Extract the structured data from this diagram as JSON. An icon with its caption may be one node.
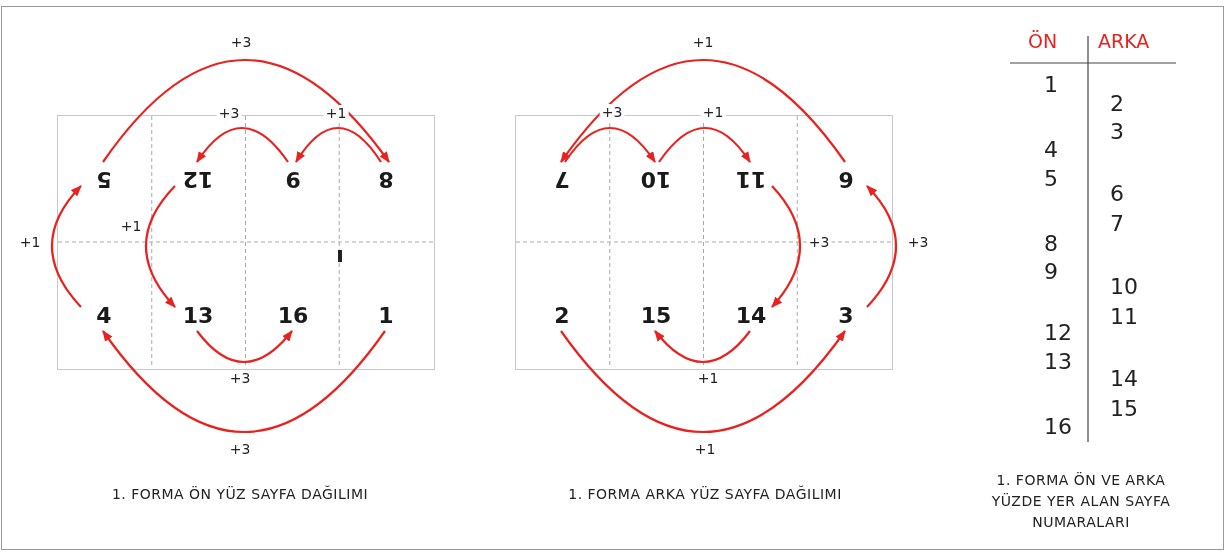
{
  "diagram": {
    "nodes": [
      {
        "text": [],
        "shape": "box"
      },
      {
        "text": [
          "5"
        ],
        "in": 0
      },
      {
        "text": [
          "12"
        ],
        "in": 0
      },
      {
        "text": [
          "9"
        ],
        "in": 0
      },
      {
        "text": [
          "8"
        ],
        "in": 0
      },
      {
        "text": [
          "4"
        ],
        "in": 0
      },
      {
        "text": [
          "13"
        ],
        "in": 0
      },
      {
        "text": [
          "16"
        ],
        "in": 0
      },
      {
        "text": [
          "1"
        ],
        "in": 0
      },
      {
        "text": [],
        "shape": "box"
      },
      {
        "text": [
          "7"
        ],
        "in": 9
      },
      {
        "text": [
          "10"
        ],
        "in": 9
      },
      {
        "text": [
          "11"
        ],
        "in": 9
      },
      {
        "text": [
          "6"
        ],
        "in": 9
      },
      {
        "text": [
          "2"
        ],
        "in": 9
      },
      {
        "text": [
          "15"
        ],
        "in": 9
      },
      {
        "text": [
          "14"
        ],
        "in": 9
      },
      {
        "text": [
          "3"
        ],
        "in": 9
      }
    ],
    "edges": [
      {
        "from": 8,
        "to": 5,
        "arrow": "to",
        "label": "+3"
      },
      {
        "from": 5,
        "to": 1,
        "arrow": "to",
        "label": "+1"
      },
      {
        "from": 1,
        "to": 4,
        "arrow": "to",
        "label": "+3"
      },
      {
        "from": 4,
        "to": 3,
        "arrow": "to",
        "label": "+1"
      },
      {
        "from": 3,
        "to": 2,
        "arrow": "to",
        "label": "+3"
      },
      {
        "from": 2,
        "to": 6,
        "arrow": "to",
        "label": "+1"
      },
      {
        "from": 6,
        "to": 7,
        "arrow": "to",
        "label": "+3"
      },
      {
        "from": 14,
        "to": 17,
        "arrow": "to",
        "label": "+1"
      },
      {
        "from": 17,
        "to": 13,
        "arrow": "to",
        "label": "+3"
      },
      {
        "from": 13,
        "to": 10,
        "arrow": "to",
        "label": "+1"
      },
      {
        "from": 10,
        "to": 11,
        "arrow": "to",
        "label": "+3"
      },
      {
        "from": 11,
        "to": 12,
        "arrow": "to",
        "label": "+1"
      },
      {
        "from": 12,
        "to": 16,
        "arrow": "to",
        "label": "+3"
      },
      {
        "from": 16,
        "to": 15,
        "arrow": "to",
        "label": "+1"
      }
    ],
    "labels": [
      "ÖN",
      "ARKA",
      "1",
      "2",
      "3",
      "4",
      "5",
      "6",
      "7",
      "8",
      "9",
      "10",
      "11",
      "12",
      "13",
      "14",
      "15",
      "16",
      "1. FORMA ÖN YÜZ SAYFA DAĞILIMI",
      "1. FORMA ARKA YÜZ SAYFA DAĞILIMI",
      "1. FORMA ÖN VE ARKA YÜZDE YER ALAN SAYFA NUMARALARI"
    ]
  }
}
